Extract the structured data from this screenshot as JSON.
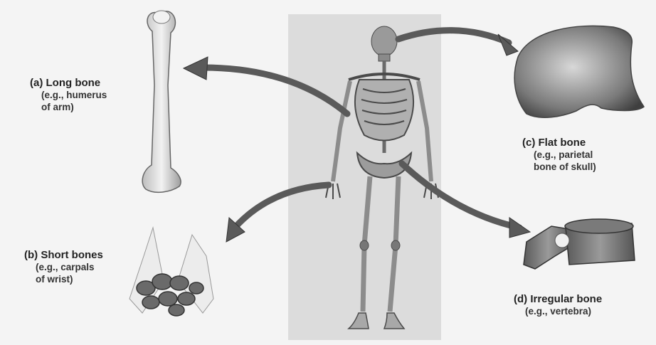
{
  "labels": {
    "long": {
      "title": "(a) Long bone",
      "sub1": "(e.g., humerus",
      "sub2": "of arm)"
    },
    "short": {
      "title": "(b) Short bones",
      "sub1": "(e.g., carpals",
      "sub2": "of wrist)"
    },
    "flat": {
      "title": "(c) Flat bone",
      "sub1": "(e.g., parietal",
      "sub2": "bone of skull)"
    },
    "irregular": {
      "title": "(d) Irregular bone",
      "sub1": "(e.g., vertebra)"
    }
  },
  "colors": {
    "bone_fill": "#e6e6e6",
    "bone_stroke": "#555555",
    "dark_bone": "#6a6a6a",
    "arrow": "#5a5a5a",
    "panel": "#dcdcdc"
  }
}
